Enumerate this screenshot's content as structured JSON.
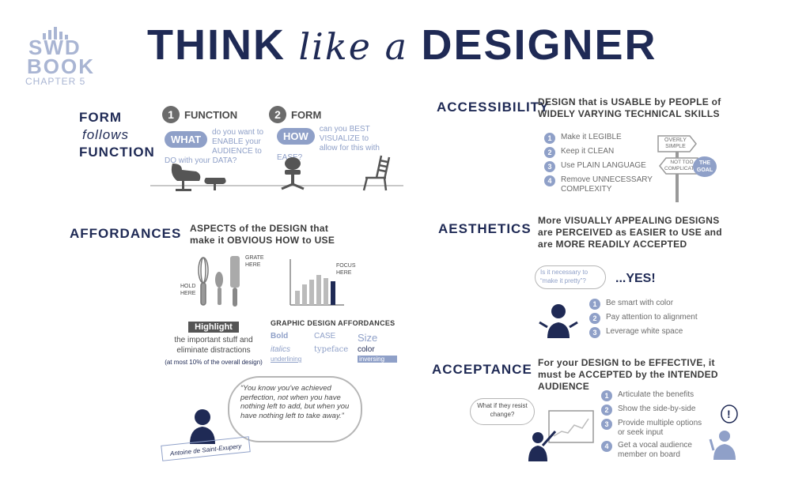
{
  "logo": {
    "line1": "SWD",
    "line2": "BOOK",
    "line3": "CHAPTER 5"
  },
  "title": {
    "part1": "THINK",
    "part2": "like a",
    "part3": "DESIGNER"
  },
  "form_follows": {
    "title_l1": "FORM",
    "title_l2": "follows",
    "title_l3": "FUNCTION",
    "function_num": "1",
    "function_label": "FUNCTION",
    "form_num": "2",
    "form_label": "FORM",
    "what": "WHAT",
    "what_text": "do you want to ENABLE your AUDIENCE to DO with your DATA?",
    "how": "HOW",
    "how_text": "can you BEST VISUALIZE to allow for this with EASE?"
  },
  "affordances": {
    "title": "AFFORDANCES",
    "desc": "ASPECTS of the DESIGN that make it OBVIOUS HOW to USE",
    "grate_here": "GRATE HERE",
    "hold_here": "HOLD HERE",
    "focus_here": "FOCUS HERE",
    "highlight": "Highlight",
    "highlight_text": "the important stuff and eliminate distractions",
    "at_most": "(at most 10% of the overall design)",
    "graphic_title": "GRAPHIC DESIGN AFFORDANCES",
    "bold": "Bold",
    "case": "CASE",
    "size": "Size",
    "italics": "italics",
    "typeface": "typeface",
    "color": "color",
    "underlining": "underlining",
    "inversing": "inversing"
  },
  "quote": {
    "text": "“You know you've achieved perfection, not when you have nothing left to add, but when you have nothing left to take away.”",
    "author": "Antoine de Saint-Exupery"
  },
  "accessibility": {
    "title": "ACCESSIBILITY",
    "desc": "DESIGN that is USABLE by PEOPLE of WIDELY VARYING TECHNICAL SKILLS",
    "items": [
      "Make it LEGIBLE",
      "Keep it CLEAN",
      "Use PLAIN LANGUAGE",
      "Remove UNNECESSARY COMPLEXITY"
    ],
    "sign_top": "OVERLY SIMPLE",
    "sign_bottom": "NOT TOO COMPLICATED",
    "goal": "THE GOAL"
  },
  "aesthetics": {
    "title": "AESTHETICS",
    "desc": "More VISUALLY APPEALING DESIGNS are PERCEIVED as EASIER to USE and are MORE READILY ACCEPTED",
    "question": "Is it necessary to “make it pretty”?",
    "answer": "...YES!",
    "items": [
      "Be smart with color",
      "Pay attention to alignment",
      "Leverage white space"
    ]
  },
  "acceptance": {
    "title": "ACCEPTANCE",
    "desc": "For your DESIGN to be EFFECTIVE, it must be ACCEPTED by the INTENDED AUDIENCE",
    "question": "What if they resist change?",
    "items": [
      "Articulate the benefits",
      "Show the side-by-side",
      "Provide multiple options or seek input",
      "Get a vocal audience member on board"
    ]
  },
  "colors": {
    "navy": "#1f2a55",
    "grey": "#6b6b6b",
    "accent": "#8fa0c8"
  }
}
